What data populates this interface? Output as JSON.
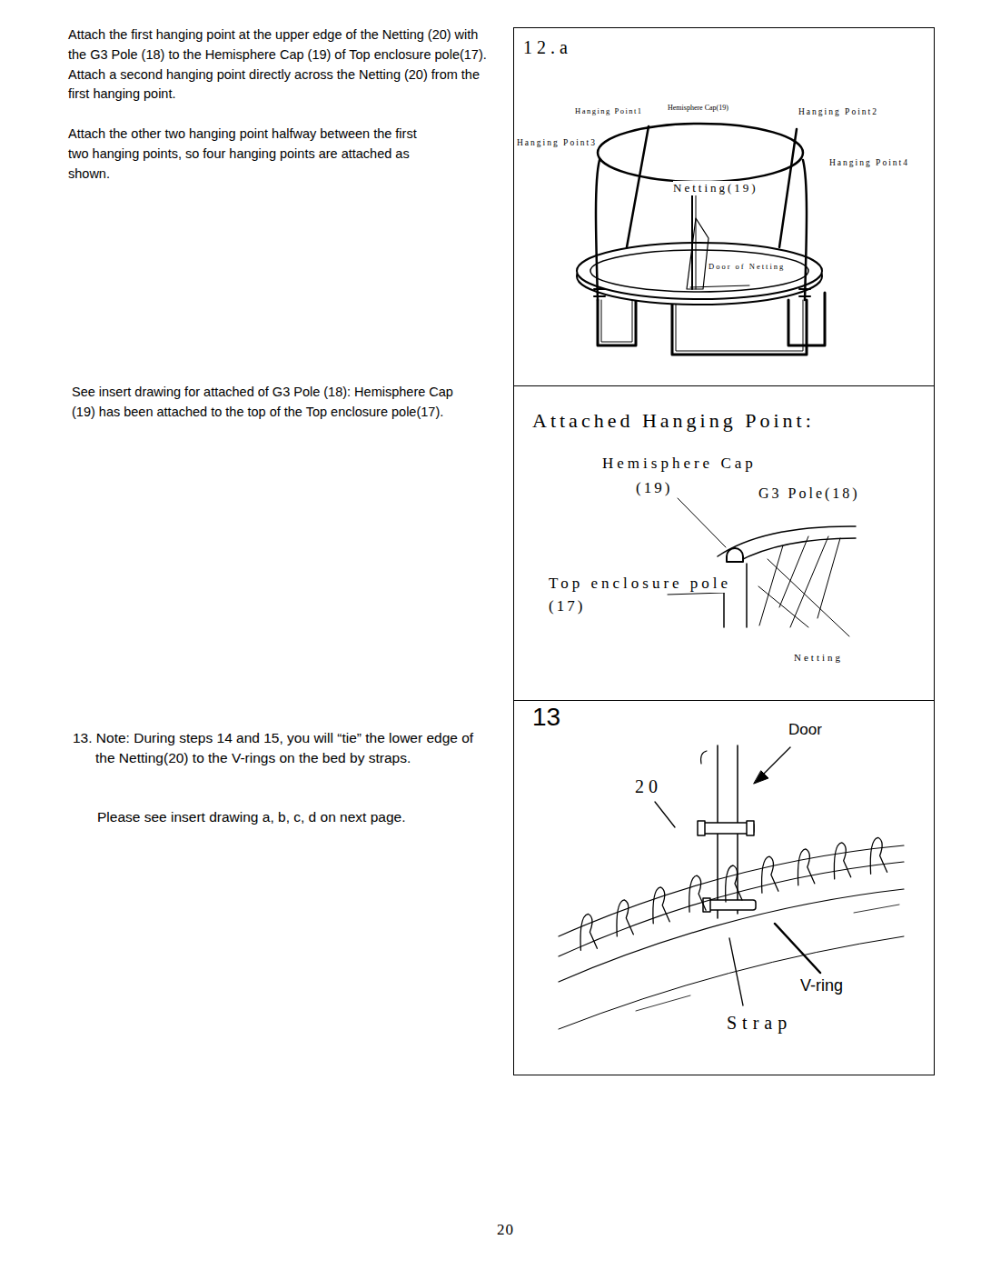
{
  "diagram": {
    "nodes": [
      {
        "text": [
          "12.a"
        ]
      },
      {
        "text": [
          "Attached Hanging Point:"
        ]
      },
      {
        "text": [
          "13"
        ]
      }
    ],
    "labels": [
      "Attach the first hanging point at the upper edge of the Netting (20) with the G3 Pole (18) to the Hemisphere Cap (19) of Top enclosure pole(17). Attach a second hanging point directly across the Netting (20) from the first hanging point.",
      "Attach the other two hanging point halfway between the first two hanging points, so four hanging points are attached as shown.",
      "See insert drawing for attached of G3 Pole (18): Hemisphere Cap (19) has been attached to the top of the Top enclosure pole(17).",
      "13. Note: During steps 14 and 15, you will “tie” the lower edge of the Netting(20) to the V-rings on the bed by straps.",
      "Please see insert drawing a, b, c, d on next page.",
      "Hanging Point1",
      "Hemisphere Cap(19)",
      "Hanging Point2",
      "Hanging Point3",
      "Hanging Point4",
      "Netting(19)",
      "Door of Netting",
      "Hemisphere Cap",
      "(19)",
      "G3 Pole(18)",
      "Top enclosure pole",
      "(17)",
      "Netting",
      "Door",
      "20",
      "V-ring",
      "Strap",
      "20"
    ]
  }
}
